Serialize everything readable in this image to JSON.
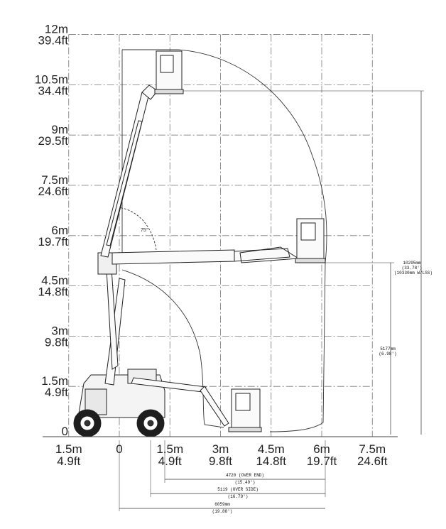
{
  "y_axis": {
    "ticks": [
      {
        "m": "12m",
        "ft": "39.4ft",
        "value": 12
      },
      {
        "m": "10.5m",
        "ft": "34.4ft",
        "value": 10.5
      },
      {
        "m": "9m",
        "ft": "29.5ft",
        "value": 9
      },
      {
        "m": "7.5m",
        "ft": "24.6ft",
        "value": 7.5
      },
      {
        "m": "6m",
        "ft": "19.7ft",
        "value": 6
      },
      {
        "m": "4.5m",
        "ft": "14.8ft",
        "value": 4.5
      },
      {
        "m": "3m",
        "ft": "9.8ft",
        "value": 3
      },
      {
        "m": "1.5m",
        "ft": "4.9ft",
        "value": 1.5
      },
      {
        "m": "0",
        "ft": "",
        "value": 0
      }
    ]
  },
  "x_axis": {
    "ticks": [
      {
        "m": "1.5m",
        "ft": "4.9ft",
        "value": -1.5
      },
      {
        "m": "0",
        "ft": "",
        "value": 0
      },
      {
        "m": "1.5m",
        "ft": "4.9ft",
        "value": 1.5
      },
      {
        "m": "3m",
        "ft": "9.8ft",
        "value": 3
      },
      {
        "m": "4.5m",
        "ft": "14.8ft",
        "value": 4.5
      },
      {
        "m": "6m",
        "ft": "19.7ft",
        "value": 6
      },
      {
        "m": "7.5m",
        "ft": "24.6ft",
        "value": 7.5
      }
    ]
  },
  "angle_label": "75°",
  "dimensions": {
    "platform_height": {
      "line1": "10295mm",
      "line2": "(33.78')",
      "line3": "(10330mm W/LSS)"
    },
    "outreach_height": {
      "line1": "5177mm",
      "line2": "(6.98')"
    },
    "over_end": {
      "line1": "4720 (OVER END)",
      "line2": "(15.49')"
    },
    "over_side": {
      "line1": "5119 (OVER SIDE)",
      "line2": "(16.79')"
    },
    "total_reach": {
      "line1": "6059mm",
      "line2": "(19.88')"
    }
  }
}
